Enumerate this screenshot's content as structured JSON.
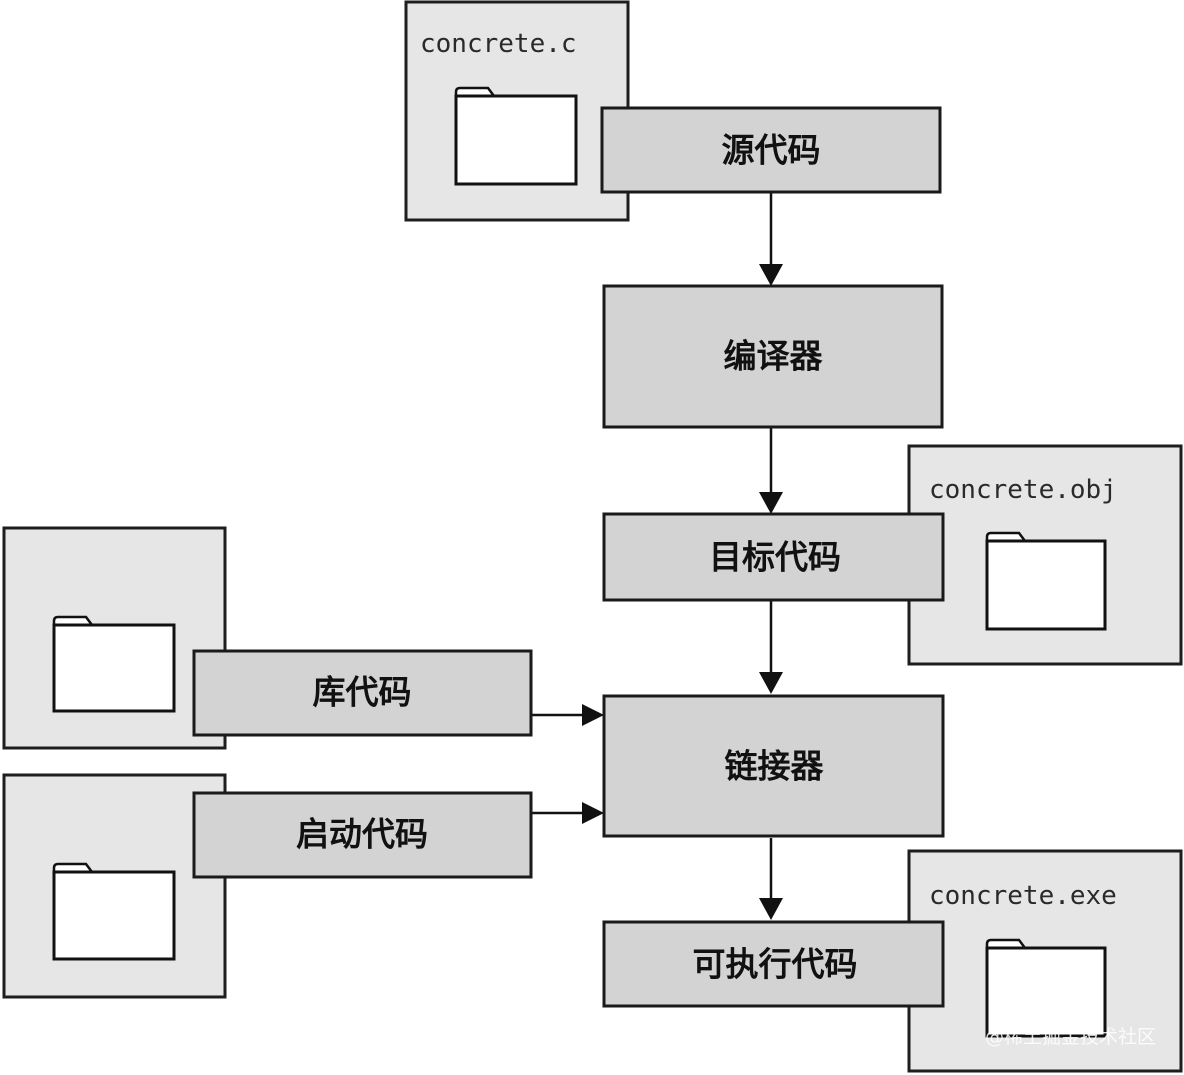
{
  "files": {
    "source": {
      "name": "concrete.c"
    },
    "object": {
      "name": "concrete.obj"
    },
    "library": {
      "name": ""
    },
    "startup": {
      "name": ""
    },
    "executable": {
      "name": "concrete.exe"
    }
  },
  "steps": {
    "source_code": "源代码",
    "compiler": "编译器",
    "object_code": "目标代码",
    "library_code": "库代码",
    "startup_code": "启动代码",
    "linker": "链接器",
    "executable_code": "可执行代码"
  },
  "watermark": "@稀土掘金技术社区",
  "colors": {
    "step_fill": "#d3d3d3",
    "panel_fill": "#e6e6e6",
    "folder_fill": "#ffffff",
    "line": "#111111"
  },
  "icons": [
    "folder-icon"
  ]
}
